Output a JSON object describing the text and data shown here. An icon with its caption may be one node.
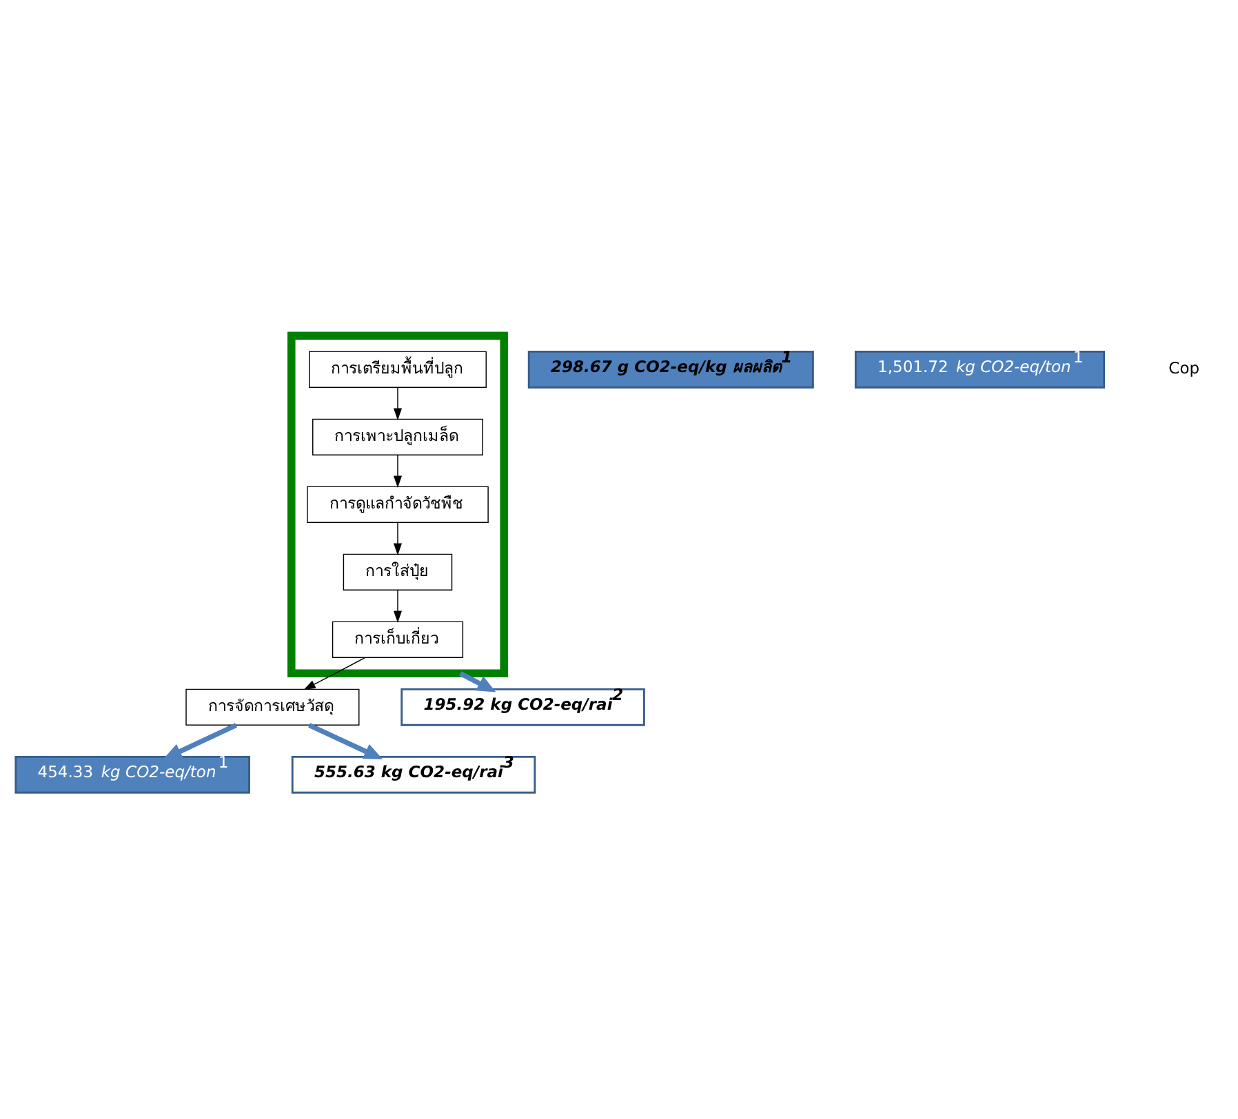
{
  "diagram": {
    "nodes": [
      {
        "text": [],
        "shape": "box"
      },
      {
        "text": [
          "การเตรียมพื้นที่ปลูก"
        ],
        "in": 0
      },
      {
        "text": [
          "การเพาะปลูกเมล็ด"
        ],
        "in": 0
      },
      {
        "text": [
          "การดูแลกำจัดวัชพืช"
        ],
        "in": 0
      },
      {
        "text": [
          "การใส่ปุ๋ย"
        ],
        "in": 0
      },
      {
        "text": [
          "การเก็บเกี่ยว"
        ],
        "in": 0
      },
      {
        "text": [
          "การจัดการเศษวัสดุ"
        ]
      },
      {
        "text": [
          "298.67 g CO2-eq/kg ผลผลิต$^{1}$"
        ]
      },
      {
        "text": [
          "195.92 kg CO2-eq/rai$^{2}$"
        ]
      },
      {
        "text": [
          "454.33 *kg CO2-eq/ton*$^{1}$"
        ]
      },
      {
        "text": [
          "1,501.72 *kg CO2-eq/ton*$^{1}$"
        ]
      },
      {
        "text": [
          "555.63 kg CO2-eq/rai$^{3}$"
        ]
      }
    ],
    "edges": [
      {
        "from": 1,
        "to": 2,
        "arrow": "to"
      },
      {
        "from": 2,
        "to": 3,
        "arrow": "to"
      },
      {
        "from": 3,
        "to": 4,
        "arrow": "to"
      },
      {
        "from": 4,
        "to": 5,
        "arrow": "to"
      },
      {
        "from": 5,
        "to": 6,
        "arrow": "to"
      },
      {
        "from": 0,
        "to": 8,
        "arrow": "to",
        "style": "thick",
        "color": "#4f81bd"
      },
      {
        "from": 6,
        "to": 9,
        "arrow": "to",
        "style": "thick",
        "color": "#4f81bd"
      },
      {
        "from": 6,
        "to": 11,
        "arrow": "to",
        "style": "thick",
        "color": "#4f81bd"
      }
    ],
    "labels": [
      "Cop"
    ]
  }
}
